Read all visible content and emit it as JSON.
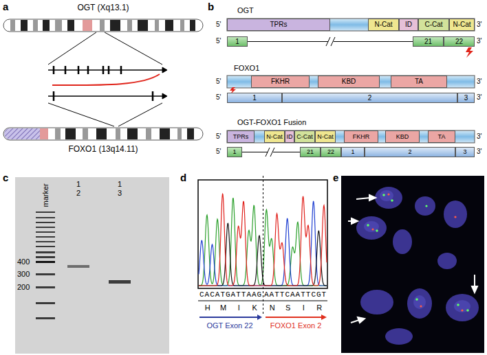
{
  "diagram": {
    "nodes": [
      {
        "text": [
          "TPRs"
        ]
      },
      {
        "text": [
          "N-Cat"
        ]
      },
      {
        "text": [
          "ID"
        ]
      },
      {
        "text": [
          "C-Cat"
        ]
      },
      {
        "text": [
          "N-Cat"
        ]
      },
      {
        "text": [
          "1"
        ]
      },
      {
        "text": [
          "21"
        ]
      },
      {
        "text": [
          "22"
        ]
      },
      {
        "text": [
          "FKHR"
        ]
      },
      {
        "text": [
          "KBD"
        ]
      },
      {
        "text": [
          "TA"
        ]
      },
      {
        "text": [
          "1"
        ]
      },
      {
        "text": [
          "2"
        ]
      },
      {
        "text": [
          "3"
        ]
      },
      {
        "text": [
          "TPRs"
        ]
      },
      {
        "text": [
          "N-Cat"
        ]
      },
      {
        "text": [
          "ID"
        ]
      },
      {
        "text": [
          "C-Cat"
        ]
      },
      {
        "text": [
          "N-Cat"
        ]
      },
      {
        "text": [
          "FKHR"
        ]
      },
      {
        "text": [
          "KBD"
        ]
      },
      {
        "text": [
          "TA"
        ]
      },
      {
        "text": [
          "1"
        ]
      },
      {
        "text": [
          "21"
        ]
      },
      {
        "text": [
          "22"
        ]
      },
      {
        "text": [
          "1"
        ]
      },
      {
        "text": [
          "2"
        ]
      },
      {
        "text": [
          "3"
        ]
      }
    ],
    "labels": [
      "a",
      "OGT (Xq13.1)",
      "FOXO1 (13q14.11)",
      "b",
      "OGT",
      "5'",
      "3'",
      "5'",
      "3'",
      "FOXO1",
      "5'",
      "3'",
      "5'",
      "3'",
      "OGT-FOXO1 Fusion",
      "5'",
      "3'",
      "5'",
      "3'",
      "c",
      "marker",
      "1",
      "2",
      "1",
      "3",
      "400",
      "300",
      "200",
      "d",
      "CACATGATTAAG",
      "AATTCAATTCGT",
      "H",
      "M",
      "I",
      "K",
      "N",
      "S",
      "I",
      "R",
      "OGT Exon 22",
      "FOXO1 Exon 2",
      "e"
    ]
  }
}
